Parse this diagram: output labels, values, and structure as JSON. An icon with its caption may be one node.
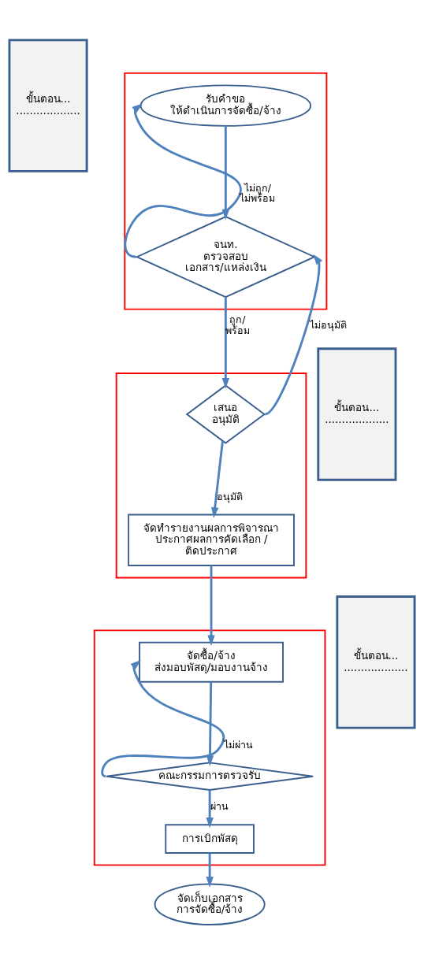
{
  "diagram": {
    "nodes": [
      {
        "text": [
          "ขั้นตอน......................"
        ]
      },
      {
        "text": [],
        "shape": "box"
      },
      {
        "text": [
          "รับคำขอ ให้ดำเนินการจัดซื้อ/จ้าง"
        ],
        "in": 1
      },
      {
        "text": [
          "จนท. ตรวจสอบ เอกสาร/แหล่งเงิน"
        ],
        "in": 1
      },
      {
        "text": [
          "ขั้นตอน......................"
        ]
      },
      {
        "text": [],
        "shape": "box"
      },
      {
        "text": [
          "เสนอ อนุมัติ"
        ],
        "in": 5
      },
      {
        "text": [
          "จัดทำรายงานผลการพิจารณา ประกาศผลการคัดเลือก / ติดประกาศ"
        ],
        "in": 5
      },
      {
        "text": [
          "ขั้นตอน......................"
        ]
      },
      {
        "text": [],
        "shape": "box"
      },
      {
        "text": [
          "จัดซื้อ/จ้าง ส่งมอบพัสดุ/มอบงานจ้าง"
        ],
        "in": 9
      },
      {
        "text": [
          "คณะกรรมการตรวจรับ"
        ],
        "in": 9
      },
      {
        "text": [
          "การเบิกพัสดุ"
        ],
        "in": 9
      },
      {
        "text": [
          "จัดเก็บเอกสาร การจัดซื้อ/จ้าง"
        ]
      }
    ],
    "edges": [
      {
        "from": 2,
        "to": 3,
        "arrow": "to"
      },
      {
        "from": 3,
        "to": 2,
        "arrow": "to",
        "label": "ไม่ถูก/ ไม่พร้อม"
      },
      {
        "from": 3,
        "to": 6,
        "arrow": "to",
        "label": "ถูก/ พร้อม"
      },
      {
        "from": 6,
        "to": 3,
        "arrow": "to",
        "label": "ไม่อนุมัติ"
      },
      {
        "from": 6,
        "to": 7,
        "arrow": "to",
        "label": "อนุมัติ"
      },
      {
        "from": 7,
        "to": 10,
        "arrow": "to"
      },
      {
        "from": 10,
        "to": 11,
        "arrow": "to"
      },
      {
        "from": 11,
        "to": 10,
        "arrow": "to",
        "label": "ไม่ผ่าน"
      },
      {
        "from": 11,
        "to": 12,
        "arrow": "to",
        "label": "ผ่าน"
      },
      {
        "from": 12,
        "to": 13,
        "arrow": "to"
      }
    ]
  }
}
